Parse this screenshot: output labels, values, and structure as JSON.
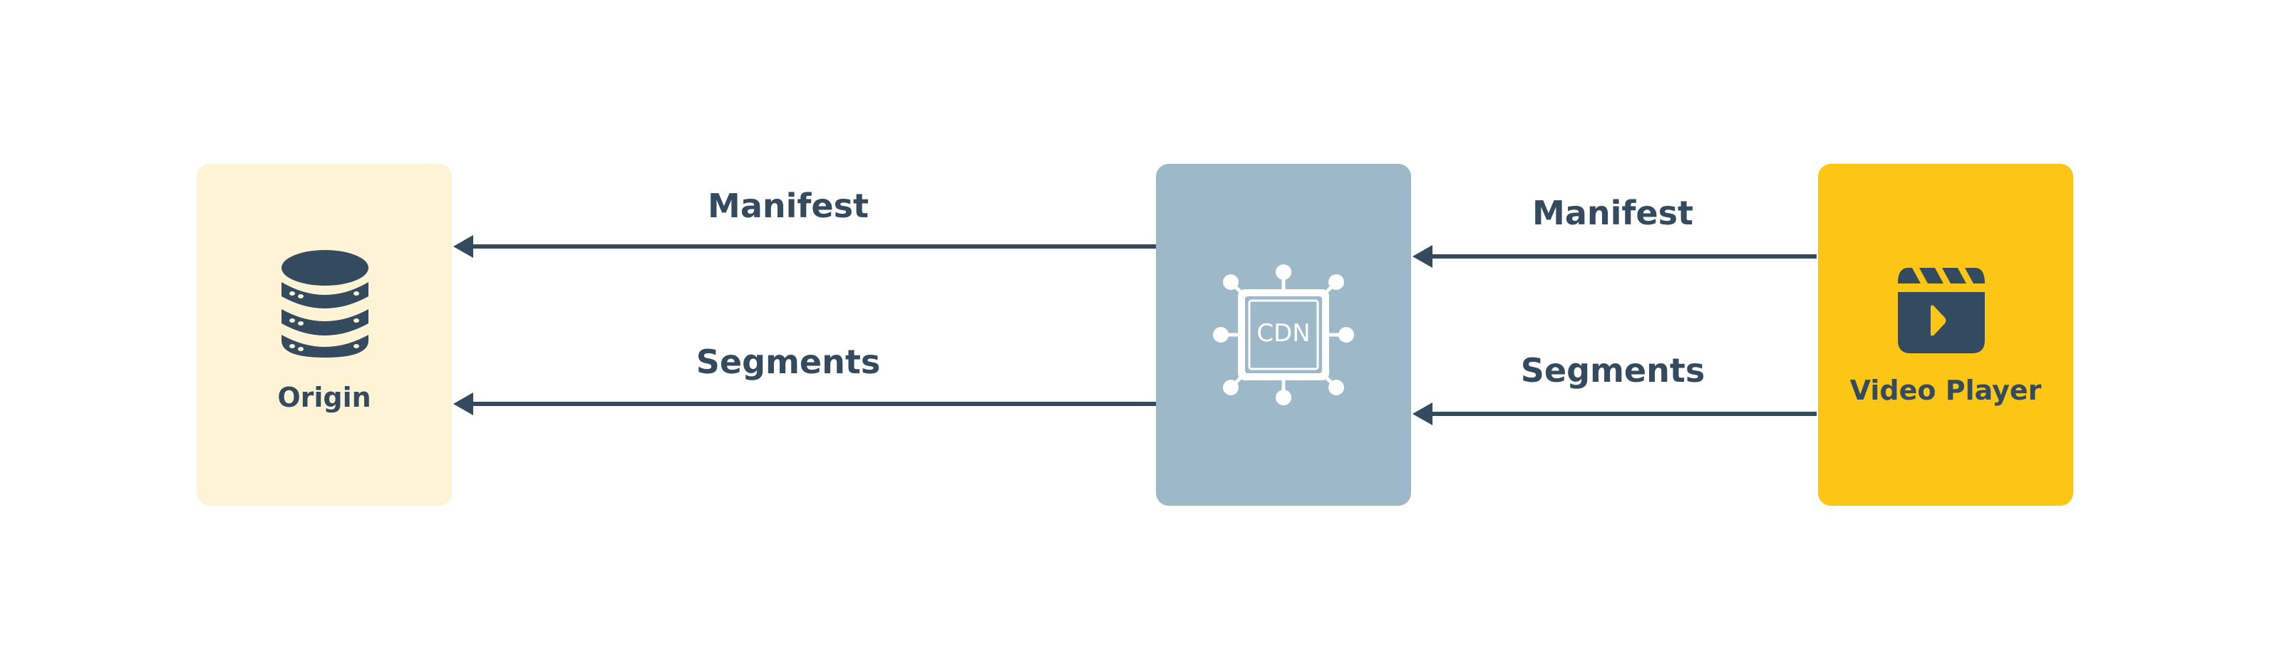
{
  "nodes": {
    "origin": {
      "label": "Origin",
      "icon": "database-icon",
      "color": "#FFF3D6"
    },
    "cdn": {
      "label": "CDN",
      "icon": "cdn-chip-icon",
      "color": "#9DB8C8"
    },
    "player": {
      "label": "Video Player",
      "icon": "video-clapper-icon",
      "color": "#FDC614"
    }
  },
  "edges": [
    {
      "from": "CDN",
      "to": "Origin",
      "label": "Manifest"
    },
    {
      "from": "CDN",
      "to": "Origin",
      "label": "Segments"
    },
    {
      "from": "Video Player",
      "to": "CDN",
      "label": "Manifest"
    },
    {
      "from": "Video Player",
      "to": "CDN",
      "label": "Segments"
    }
  ],
  "colors": {
    "ink": "#344A5E"
  }
}
